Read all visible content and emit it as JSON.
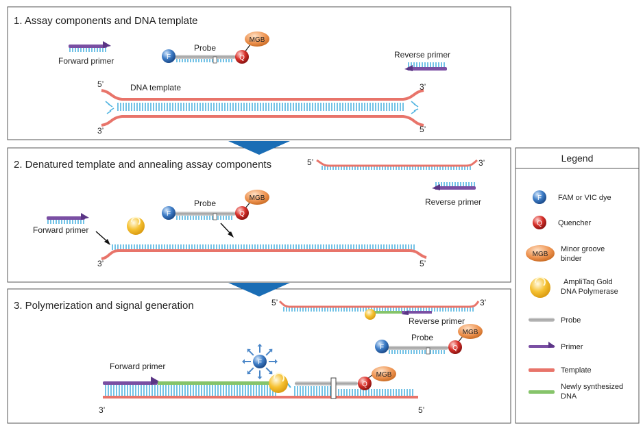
{
  "panels": [
    {
      "title": "1. Assay components and DNA template"
    },
    {
      "title": "2. Denatured template and annealing assay components"
    },
    {
      "title": "3. Polymerization and signal generation"
    }
  ],
  "labels": {
    "forward_primer": "Forward primer",
    "reverse_primer": "Reverse primer",
    "probe": "Probe",
    "dna_template": "DNA template",
    "five_prime": "5’",
    "three_prime": "3’",
    "f": "F",
    "q": "Q",
    "mgb": "MGB"
  },
  "legend": {
    "title": "Legend",
    "items": [
      {
        "label": "FAM or  VIC dye"
      },
      {
        "label": "Quencher"
      },
      {
        "label": "Minor groove binder"
      },
      {
        "label": "AmpliTaq Gold DNA Polymerase"
      },
      {
        "label": "Probe"
      },
      {
        "label": "Primer"
      },
      {
        "label": "Template"
      },
      {
        "label": "Newly synthesized DNA"
      }
    ]
  },
  "colors": {
    "template": "#e8746a",
    "rung": "#4fb3e0",
    "primer": "#7a4fa3",
    "probe": "#a8a8a8",
    "new_dna": "#86c46a",
    "dye": "#3f7ec8",
    "quencher": "#d8302a",
    "mgb": "#ee9350",
    "polymerase": "#f6c233",
    "arrow": "#1a6db5"
  }
}
